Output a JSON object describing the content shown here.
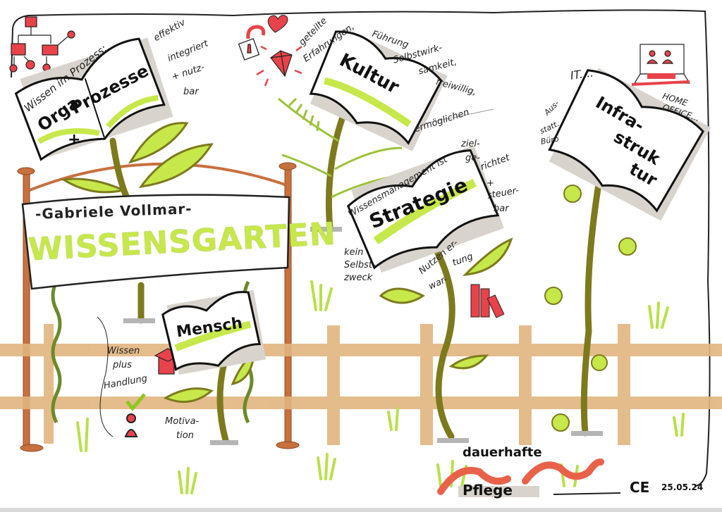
{
  "title": {
    "author": "-Gabriele Vollmar-",
    "main": "WISSENSGARTEN"
  },
  "books": {
    "orga": {
      "line1": "Orga",
      "line2": "+",
      "line3": "Prozesse"
    },
    "kultur": {
      "label": "Kultur"
    },
    "strategie": {
      "label": "Strategie"
    },
    "infrastruktur": {
      "line1": "Infra-",
      "line2": "struk",
      "line3": "tur"
    },
    "mensch": {
      "label": "Mensch"
    }
  },
  "notes": {
    "orga": {
      "heading": "Wissen im Prozess:",
      "l1": "effektiv",
      "l2": "integriert",
      "l3": "+ nutz-",
      "l4": "bar"
    },
    "kultur": {
      "l1": "geteilte",
      "l2": "Erfahrungen,",
      "l3": "Führung",
      "l4": "Selbstwirk-",
      "l5": "samkeit,",
      "l6": "freiwillig,",
      "l7": "ermöglichen"
    },
    "strategie": {
      "heading": "Wissensmanagement ist",
      "l1": "ziel-",
      "l2": "ge-",
      "l3": "richtet",
      "l4": "+",
      "l5": "steuer-",
      "l6": "bar",
      "k1": "kein",
      "k2": "Selbst-",
      "k3": "zweck",
      "n1": "Nutzen er-",
      "n2": "war-",
      "n3": "tung"
    },
    "infra": {
      "it": "IT....",
      "home": "HOME",
      "office": "OFFICE...",
      "a1": "Aus-",
      "a2": "statt.",
      "a3": "Büro"
    },
    "mensch": {
      "w1": "Wissen",
      "w2": "plus",
      "w3": "Handlung",
      "m1": "Motiva-",
      "m2": "tion"
    }
  },
  "footer": {
    "l1": "dauerhafte",
    "l2": "Pflege",
    "initials": "CE",
    "date": "25.05.24"
  },
  "colors": {
    "lime": "#c6e84a",
    "olive": "#7d7a1e",
    "red": "#e8434a",
    "fence": "#e2b57f",
    "post": "#c8703e",
    "shadow": "#cfcac4"
  }
}
